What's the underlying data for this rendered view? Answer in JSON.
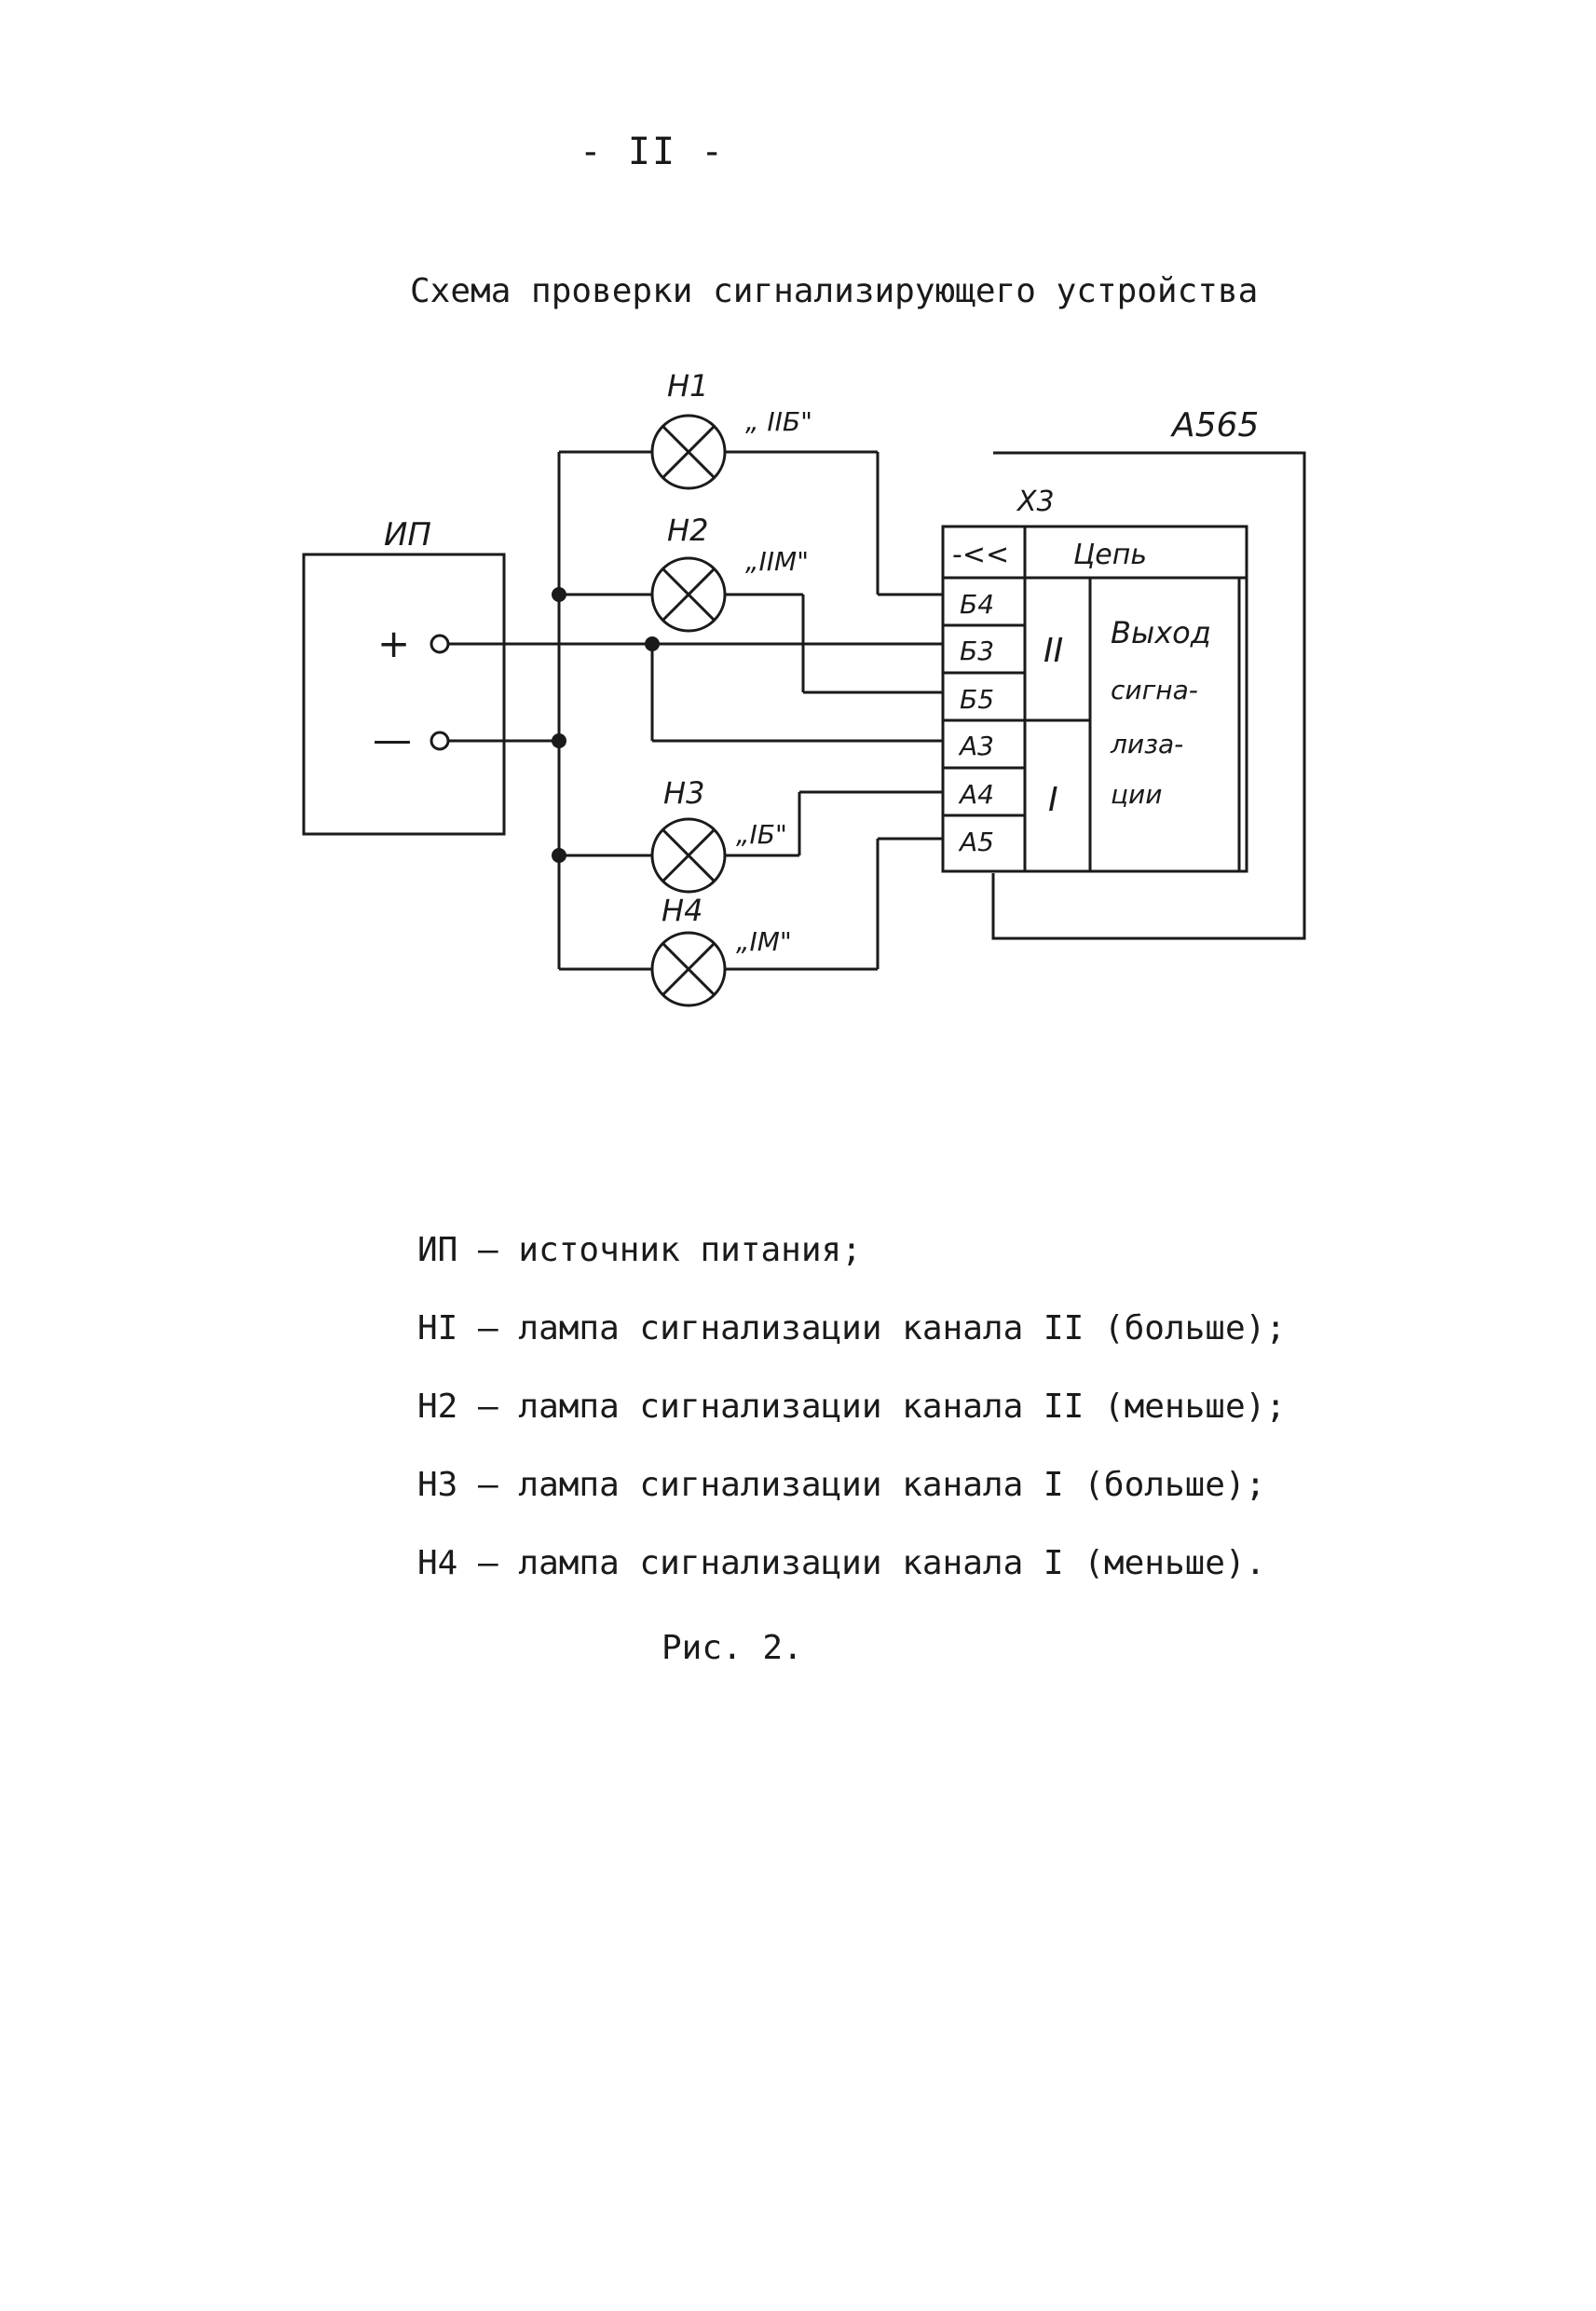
{
  "page_number": "- II -",
  "title": "Схема проверки сигнализирующего устройства",
  "diagram": {
    "psu": {
      "label": "ИП",
      "plus": "+",
      "minus": "—"
    },
    "lamps": [
      {
        "id": "Н1",
        "signal": "„ IIБ\""
      },
      {
        "id": "Н2",
        "signal": "„IIМ\""
      },
      {
        "id": "Н3",
        "signal": "„IБ\""
      },
      {
        "id": "Н4",
        "signal": "„IМ\""
      }
    ],
    "device": {
      "label": "А565",
      "connector": "Х3",
      "header_left": "-<<",
      "header_right": "Цепь",
      "pins": [
        "Б4",
        "Б3",
        "Б5",
        "А3",
        "А4",
        "А5"
      ],
      "channel_2": "II",
      "channel_1": "I",
      "purpose_lines": [
        "Выход",
        "сигна-",
        "лиза-",
        "ции"
      ]
    }
  },
  "legend": [
    {
      "code": "ИП",
      "text": "источник питания;"
    },
    {
      "code": "НI",
      "text": "лампа сигнализации канала II (больше);"
    },
    {
      "code": "Н2",
      "text": "лампа сигнализации канала II (меньше);"
    },
    {
      "code": "Н3",
      "text": "лампа сигнализации канала I (больше);"
    },
    {
      "code": "Н4",
      "text": "лампа сигнализации канала I (меньше)."
    }
  ],
  "figure_label": "Рис. 2."
}
